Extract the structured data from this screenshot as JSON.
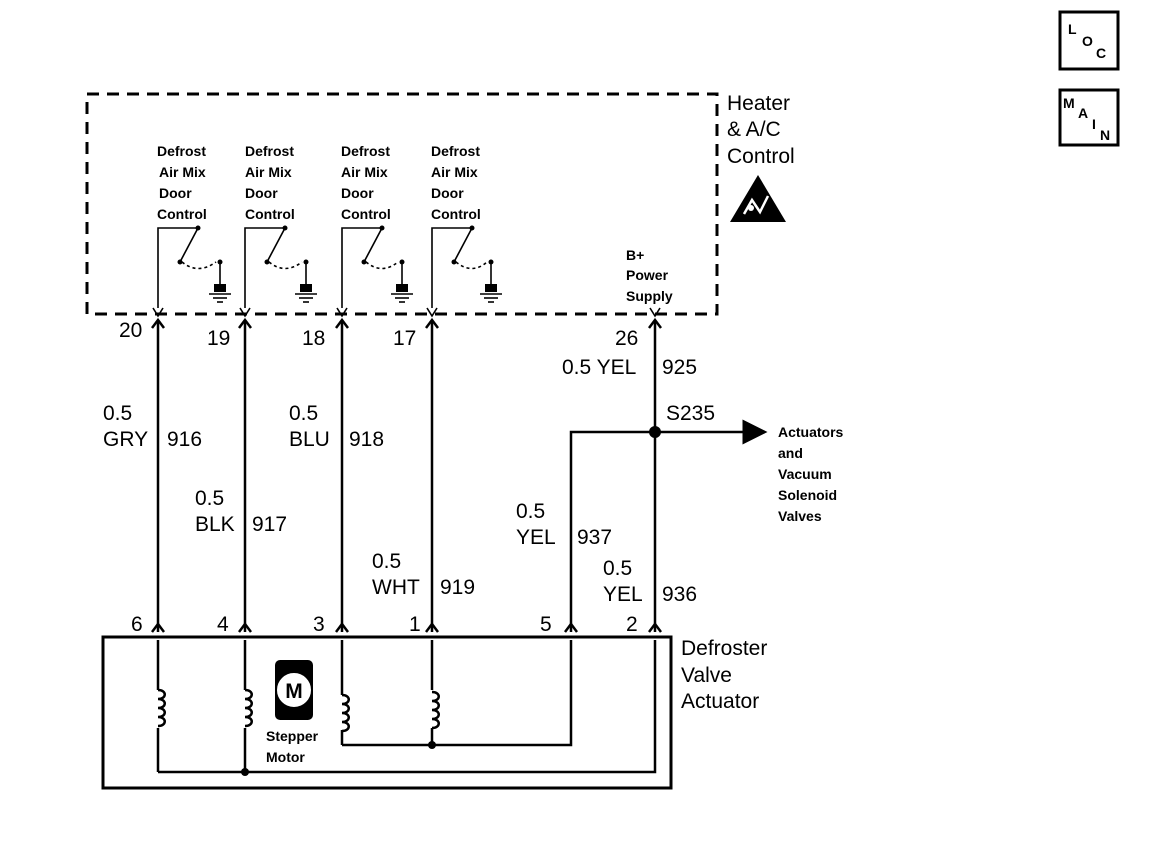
{
  "nav": {
    "loc": [
      "L",
      "O",
      "C"
    ],
    "main": [
      "M",
      "A",
      "I",
      "N"
    ]
  },
  "control_title": [
    "Heater",
    "& A/C",
    "Control"
  ],
  "switch_label": [
    "Defrost",
    "Air Mix",
    "Door",
    "Control"
  ],
  "power_label": [
    "B+",
    "Power",
    "Supply"
  ],
  "pins_top": [
    "20",
    "19",
    "18",
    "17",
    "26"
  ],
  "wires": {
    "w916": [
      "0.5",
      "GRY",
      "916"
    ],
    "w917": [
      "0.5",
      "BLK",
      "917"
    ],
    "w918": [
      "0.5",
      "BLU",
      "918"
    ],
    "w919": [
      "0.5",
      "WHT",
      "919"
    ],
    "w925": [
      "0.5 YEL",
      "925"
    ],
    "w937": [
      "0.5",
      "YEL",
      "937"
    ],
    "w936": [
      "0.5",
      "YEL",
      "936"
    ]
  },
  "splice": "S235",
  "actuators_label": [
    "Actuators",
    "and",
    "Vacuum",
    "Solenoid",
    "Valves"
  ],
  "pins_bottom": [
    "6",
    "4",
    "3",
    "1",
    "5",
    "2"
  ],
  "actuator_title": [
    "Defroster",
    "Valve",
    "Actuator"
  ],
  "motor": {
    "symbol": "M",
    "label": [
      "Stepper",
      "Motor"
    ]
  }
}
